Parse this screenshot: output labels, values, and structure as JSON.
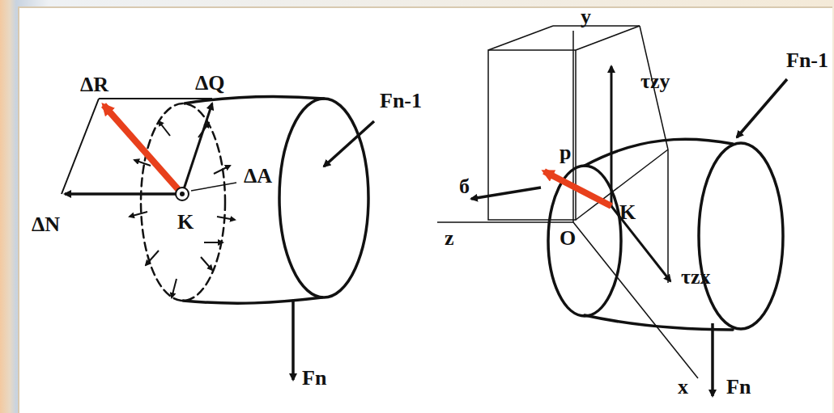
{
  "diagram": {
    "labels": [
      "ΔR",
      "ΔQ",
      "Fn-1",
      "ΔA",
      "ΔN",
      "K",
      "Fn",
      "y",
      "τzy",
      "Fn-1",
      "p",
      "б",
      "K",
      "z",
      "O",
      "τzx",
      "x",
      "Fn"
    ]
  }
}
